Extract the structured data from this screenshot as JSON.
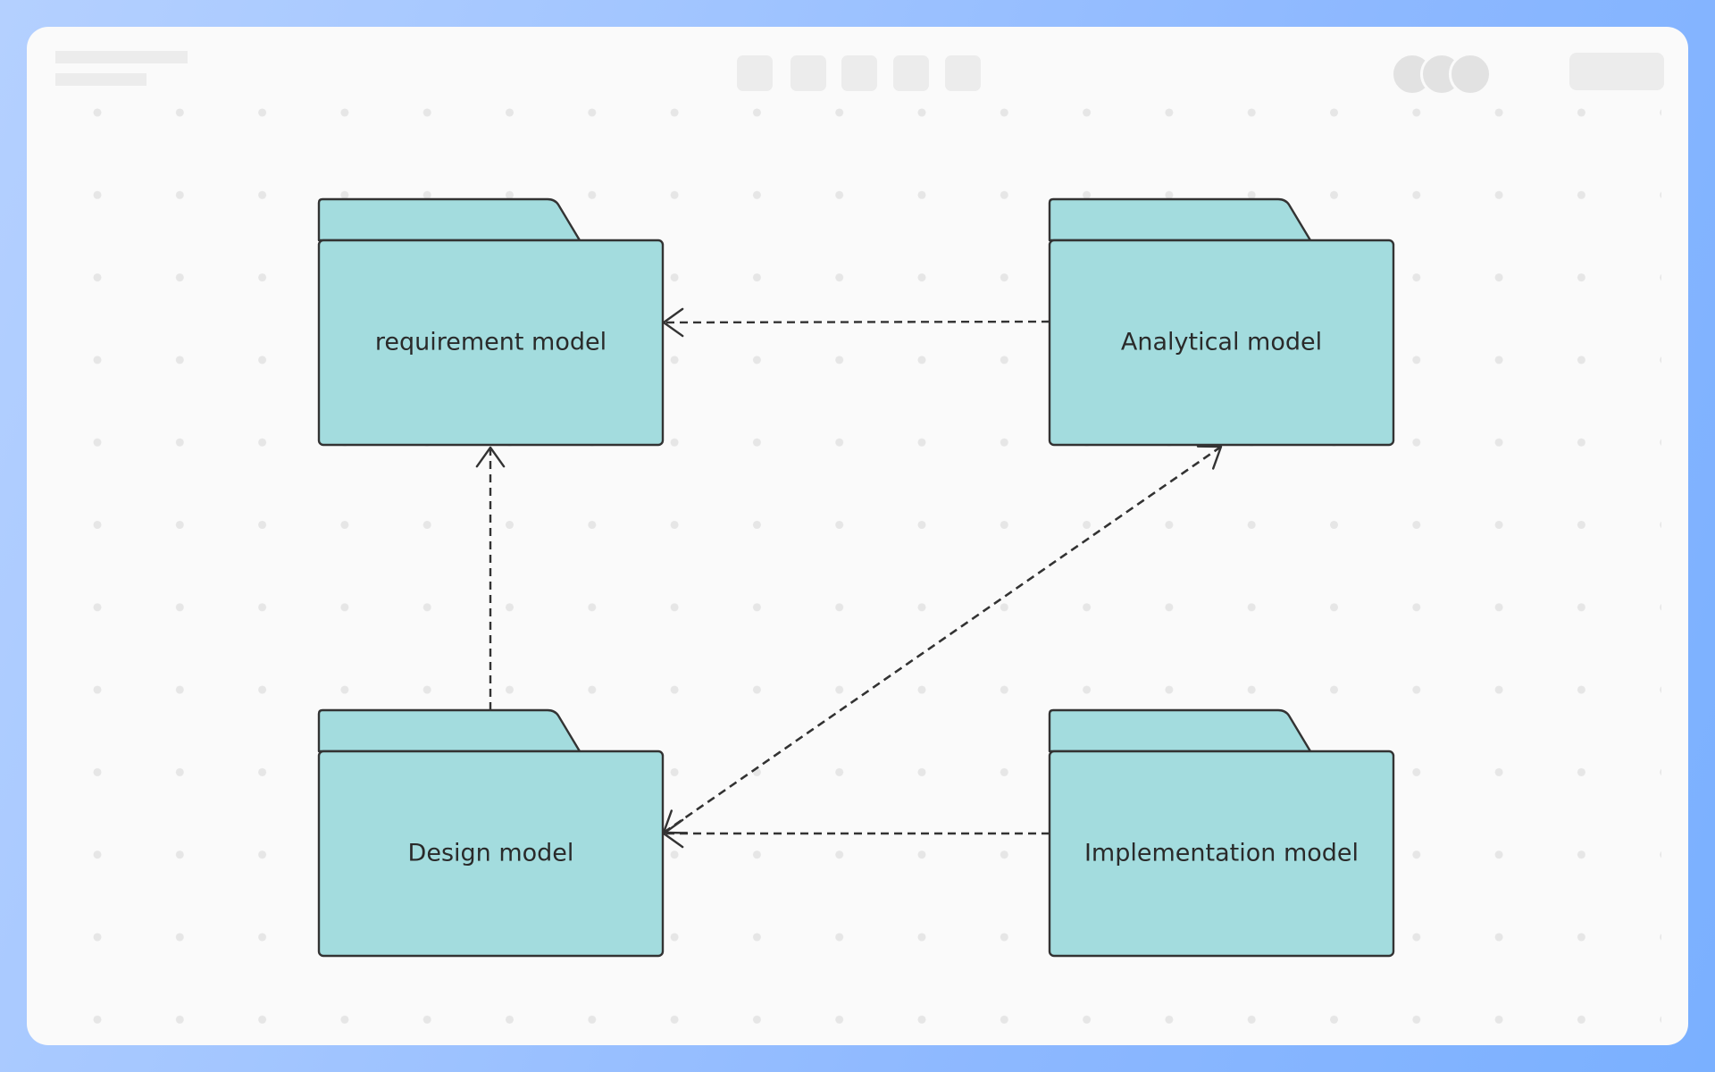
{
  "colors": {
    "package_fill": "#a3dcde",
    "package_stroke": "#333333",
    "arrow_stroke": "#333333",
    "canvas_background": "#fafafa",
    "grid_dot": "#e6e6e6"
  },
  "toolbar": {
    "tools": [
      "tool-1",
      "tool-2",
      "tool-3",
      "tool-4",
      "tool-5"
    ],
    "avatars": [
      "avatar-1",
      "avatar-2",
      "avatar-3"
    ]
  },
  "diagram": {
    "packages": [
      {
        "id": "requirement",
        "label": "requirement model"
      },
      {
        "id": "analytical",
        "label": "Analytical model"
      },
      {
        "id": "design",
        "label": "Design model"
      },
      {
        "id": "implementation",
        "label": "Implementation model"
      }
    ],
    "dependencies": [
      {
        "from": "analytical",
        "to": "requirement"
      },
      {
        "from": "design",
        "to": "requirement"
      },
      {
        "from": "design",
        "to": "analytical"
      },
      {
        "from": "analytical",
        "to": "design"
      },
      {
        "from": "implementation",
        "to": "design"
      }
    ]
  }
}
